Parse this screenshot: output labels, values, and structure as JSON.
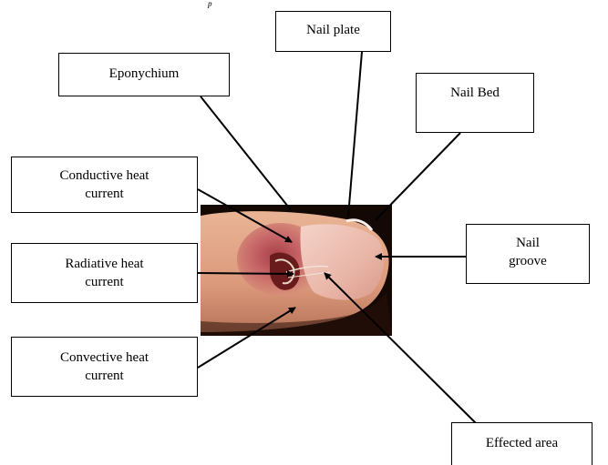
{
  "stray_mark": "p",
  "labels": {
    "nail_plate": "Nail plate",
    "eponychium": "Eponychium",
    "nail_bed": "Nail Bed",
    "conductive_line1": "Conductive heat",
    "conductive_line2": "current",
    "radiative_line1": "Radiative heat",
    "radiative_line2": "current",
    "convective_line1": "Convective heat",
    "convective_line2": "current",
    "nail_groove_line1": "Nail",
    "nail_groove_line2": "groove",
    "effected_area": "Effected area"
  },
  "colors": {
    "skin": "#e2a184",
    "inflamed": "#b8505a",
    "background_photo": "#140805",
    "line": "#000000"
  }
}
